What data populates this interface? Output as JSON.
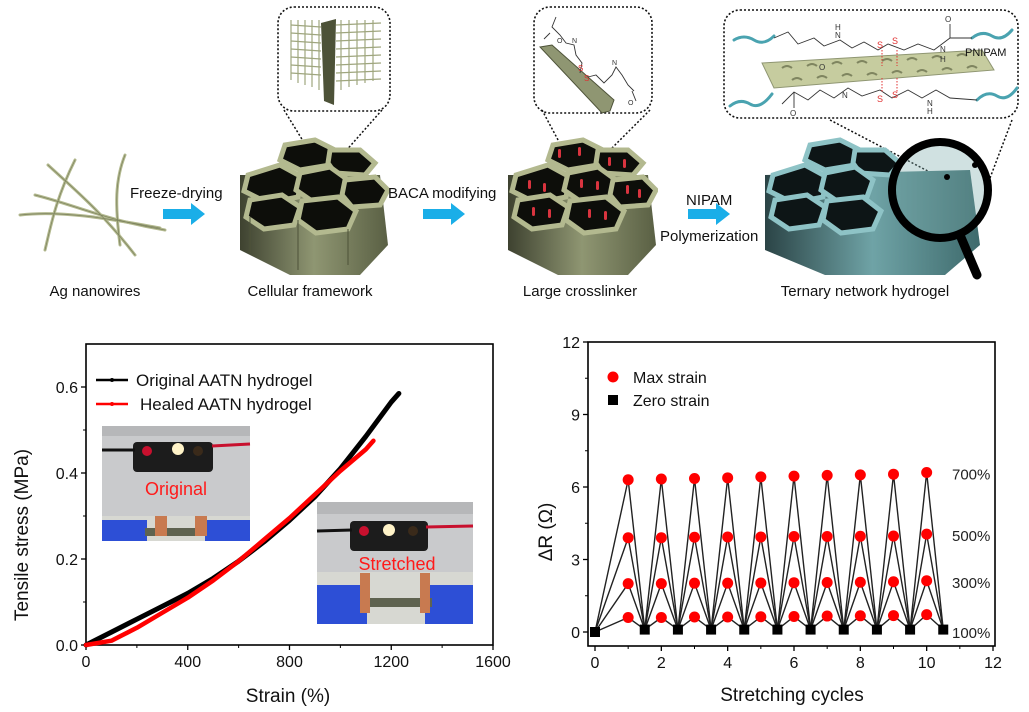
{
  "schematic": {
    "steps": [
      {
        "label": "Ag nanowires"
      },
      {
        "label": "Cellular framework"
      },
      {
        "label": "Large crosslinker"
      },
      {
        "label": "Ternary network hydrogel"
      }
    ],
    "arrows": [
      {
        "top_label": "Freeze-drying",
        "bottom_label": ""
      },
      {
        "top_label": "BACA modifying",
        "bottom_label": ""
      },
      {
        "top_label": "NIPAM",
        "bottom_label": "Polymerization"
      }
    ],
    "inset_chem": {
      "pnipam_label": "PNIPAM",
      "atoms": {
        "s": "S",
        "n": "N",
        "h": "H",
        "o": "O"
      }
    },
    "colors": {
      "framework": "#a9b08a",
      "framework_dark": "#4d5238",
      "hydrogel": "#6fa3a6",
      "arrow": "#1aaee8",
      "crosslinker": "#d9343f"
    }
  },
  "chart_data": [
    {
      "type": "line",
      "title": "",
      "xlabel": "Strain (%)",
      "ylabel": "Tensile stress (MPa)",
      "xlim": [
        0,
        1600
      ],
      "ylim": [
        0,
        0.7
      ],
      "xticks": [
        "0",
        "400",
        "800",
        "1200",
        "1600"
      ],
      "yticks": [
        "0.0",
        "0.2",
        "0.4",
        "0.6"
      ],
      "grid": false,
      "legend_position": "top-left",
      "series": [
        {
          "name": "Original AATN hydrogel",
          "color": "#000000",
          "x": [
            0,
            100,
            200,
            300,
            400,
            500,
            600,
            700,
            800,
            900,
            1000,
            1100,
            1200,
            1230
          ],
          "y": [
            0.0,
            0.03,
            0.06,
            0.09,
            0.12,
            0.155,
            0.195,
            0.24,
            0.29,
            0.345,
            0.41,
            0.485,
            0.565,
            0.585
          ]
        },
        {
          "name": "Healed AATN hydrogel",
          "color": "#ff0000",
          "x": [
            0,
            100,
            200,
            300,
            400,
            500,
            600,
            700,
            800,
            900,
            1000,
            1100,
            1130
          ],
          "y": [
            0.0,
            0.01,
            0.04,
            0.075,
            0.11,
            0.15,
            0.195,
            0.245,
            0.295,
            0.35,
            0.405,
            0.455,
            0.475
          ]
        }
      ],
      "insets": [
        {
          "label": "Original"
        },
        {
          "label": "Stretched"
        }
      ]
    },
    {
      "type": "scatter",
      "title": "",
      "xlabel": "Stretching cycles",
      "ylabel": "ΔR (Ω)",
      "xlim": [
        -0.3,
        12
      ],
      "ylim": [
        -0.5,
        12
      ],
      "xticks": [
        "0",
        "2",
        "4",
        "6",
        "8",
        "10",
        "12"
      ],
      "yticks": [
        "0",
        "3",
        "6",
        "9",
        "12"
      ],
      "grid": false,
      "legend_position": "top-left",
      "legend": [
        {
          "name": "Max strain",
          "color": "#ff0000",
          "marker": "circle"
        },
        {
          "name": "Zero strain",
          "color": "#000000",
          "marker": "square"
        }
      ],
      "max_strain_x": [
        1,
        2,
        3,
        4,
        5,
        6,
        7,
        8,
        9,
        10
      ],
      "zero_strain_x": [
        0,
        1.5,
        2.5,
        3.5,
        4.5,
        5.5,
        6.5,
        7.5,
        8.5,
        9.5,
        10.5
      ],
      "zero_strain_y": [
        0,
        0.1,
        0.1,
        0.1,
        0.1,
        0.1,
        0.1,
        0.1,
        0.1,
        0.1,
        0.1
      ],
      "series": [
        {
          "name": "700%",
          "values": [
            6.3,
            6.33,
            6.35,
            6.38,
            6.42,
            6.45,
            6.48,
            6.5,
            6.53,
            6.6
          ]
        },
        {
          "name": "500%",
          "values": [
            3.9,
            3.9,
            3.92,
            3.93,
            3.93,
            3.95,
            3.95,
            3.96,
            3.97,
            4.05
          ]
        },
        {
          "name": "300%",
          "values": [
            2.0,
            2.0,
            2.02,
            2.02,
            2.03,
            2.04,
            2.05,
            2.06,
            2.08,
            2.12
          ]
        },
        {
          "name": "100%",
          "values": [
            0.6,
            0.6,
            0.62,
            0.62,
            0.63,
            0.64,
            0.66,
            0.67,
            0.68,
            0.72
          ]
        }
      ]
    }
  ]
}
